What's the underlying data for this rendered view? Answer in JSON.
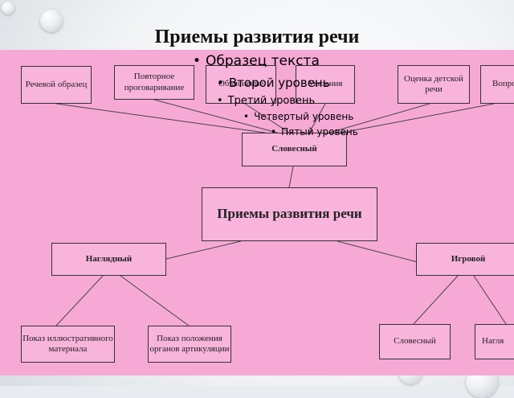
{
  "title": "Приемы развития речи",
  "top_boxes": [
    "Речевой образец",
    "Повторное проговаривание",
    "Объяснение",
    "Указания",
    "Оценка детской речи",
    "Вопрос"
  ],
  "verbal_box": "Словесный",
  "center_box": "Приемы развития речи",
  "left_box": "Наглядный",
  "right_box": "Игровой",
  "bottom_left_boxes": [
    "Показ иллюстративного материала",
    "Показ положения органов артикуляции"
  ],
  "bottom_right_boxes": [
    "Словесный",
    "Нагля"
  ],
  "placeholder_levels": [
    "Образец текста",
    "Второй уровень",
    "Третий уровень",
    "Четвертый уровень",
    "Пятый уровень"
  ]
}
